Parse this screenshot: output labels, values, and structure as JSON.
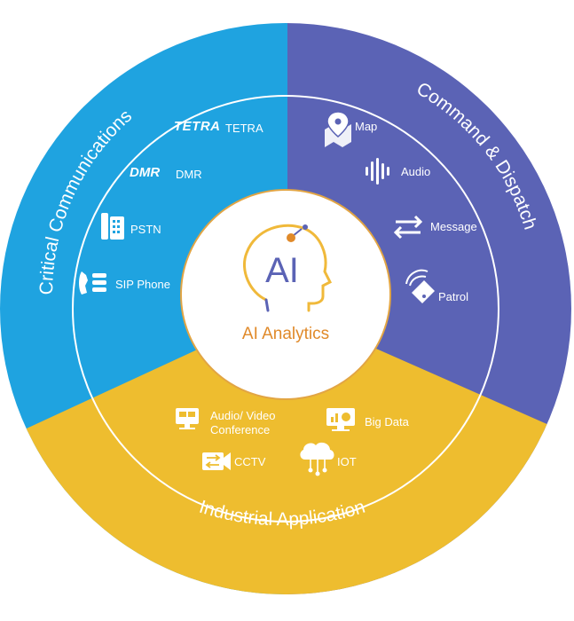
{
  "colors": {
    "critical": "#1fa3e0",
    "command": "#5b63b5",
    "industrial": "#eebd2f",
    "ring_line": "#ffffff",
    "center_accent": "#e08a2a",
    "center_ai": "#5b63b5"
  },
  "sectors": {
    "critical": {
      "title": "Critical Communications"
    },
    "command": {
      "title": "Command & Dispatch"
    },
    "industrial": {
      "title": "Industrial Application"
    }
  },
  "center": {
    "logo_text": "AI",
    "label": "AI Analytics"
  },
  "critical_items": {
    "tetra": {
      "logo": "TETRA",
      "label": "TETRA"
    },
    "dmr": {
      "logo": "DMR",
      "label": "DMR"
    },
    "pstn": {
      "label": "PSTN",
      "icon": "telephone-icon"
    },
    "sip": {
      "label": "SIP Phone",
      "icon": "sip-phone-icon"
    }
  },
  "command_items": {
    "map": {
      "label": "Map",
      "icon": "map-pin-icon"
    },
    "audio": {
      "label": "Audio",
      "icon": "audio-wave-icon"
    },
    "message": {
      "label": "Message",
      "icon": "arrows-exchange-icon"
    },
    "patrol": {
      "label": "Patrol",
      "icon": "patrol-tag-icon"
    }
  },
  "industrial_items": {
    "conference": {
      "label_line1": "Audio/ Video",
      "label_line2": "Conference",
      "icon": "monitor-icon"
    },
    "bigdata": {
      "label": "Big Data",
      "icon": "chart-monitor-icon"
    },
    "cctv": {
      "label": "CCTV",
      "icon": "camera-icon"
    },
    "iot": {
      "label": "IOT",
      "icon": "cloud-network-icon"
    }
  }
}
